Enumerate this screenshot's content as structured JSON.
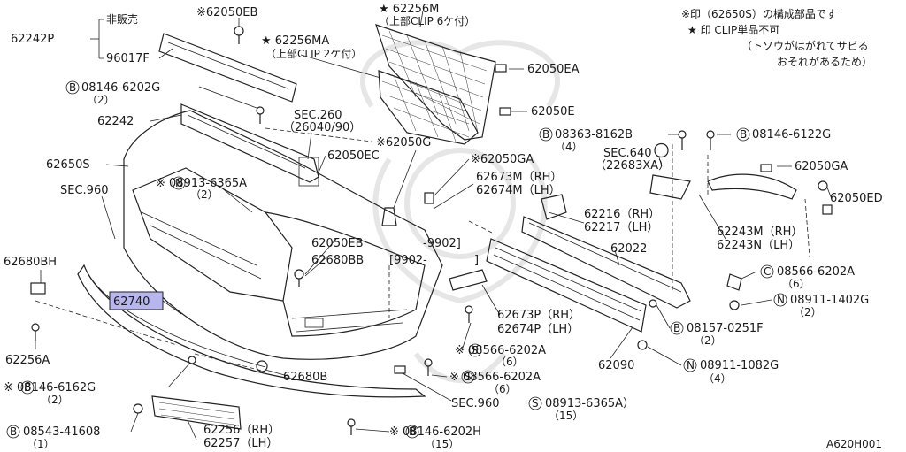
{
  "notes": {
    "legend_star_note": "※印（62650S）の構成部品です",
    "legend_clip_line1": "★ 印  CLIP単品不可",
    "legend_clip_line2": "（トソウがはがれてサビる",
    "legend_clip_line3": "おそれがあるため）",
    "diagram_code": "A620H001"
  },
  "colors": {
    "highlight": "#b7b7ee",
    "line": "#222222",
    "watermark": "#e6e6e6"
  },
  "labels": {
    "p62050EB_top": "※62050EB",
    "p62256M": "★ 62256M",
    "p62256M_sub": "（上部CLIP 6ケ付）",
    "p62242P": "62242P",
    "hibaihin": "非販売",
    "p96017F": "96017F",
    "p62256MA": "★ 62256MA",
    "p62256MA_sub": "（上部CLIP 2ケ付）",
    "p62050EA": "62050EA",
    "b08146_6202G": "08146-6202G",
    "b08146_6202G_qty": "（2）",
    "p62242": "62242",
    "p62050E": "62050E",
    "sec260": "SEC.260",
    "sec260_sub": "（26040/90）",
    "p62050G": "※62050G",
    "b08363_8162B": "08363-8162B",
    "b08363_qty": "（4）",
    "b08146_6122G": "08146-6122G",
    "sec640": "SEC.640",
    "sec640_sub": "（22683XA）",
    "p62650S": "62650S",
    "p62050EC": "62050EC",
    "p62050GA_mid": "※62050GA",
    "p62050GA_right": "62050GA",
    "n08913_6365A_top": "※ 08913-6365A",
    "n08913_top_qty": "（2）",
    "p62673M": "62673M（RH）",
    "p62674M": "62674M（LH）",
    "p62050ED": "62050ED",
    "sec960_top": "SEC.960",
    "p62216": "62216（RH）",
    "p62217": "62217（LH）",
    "p62243M": "62243M（RH）",
    "p62243N": "62243N（LH）",
    "p62050EB_mid": "62050EB",
    "bracket_9902": "-9902]",
    "p62680BH": "62680BH",
    "p62680BB": "62680BB",
    "bracket_9902_from": "[9902-",
    "bracket_close": "]",
    "p62022": "62022",
    "c08566_6202A_right": "08566-6202A",
    "c08566_right_qty": "（6）",
    "p62740": "62740",
    "n08911_1402G": "08911-1402G",
    "n08911_1402G_qty": "（2）",
    "p62673P": "62673P（RH）",
    "p62674P": "62674P（LH）",
    "b08157_0251F": "08157-0251F",
    "b08157_qty": "（2）",
    "p62256A": "62256A",
    "s08566_6202A_a": "※ 08566-6202A",
    "s08566_a_qty": "（6）",
    "p62090": "62090",
    "n08911_1082G": "08911-1082G",
    "n08911_1082G_qty": "（4）",
    "p62680B": "62680B",
    "b08146_6162G": "※ 08146-6162G",
    "b08146_6162G_qty": "（2）",
    "s08566_6202A_b": "※ 08566-6202A",
    "s08566_b_qty": "（6）",
    "sec960_bottom": "SEC.960",
    "s08913_6365A": "08913-6365A）",
    "s08913_qty": "（15）",
    "b08543_41608": "08543-41608",
    "b08543_qty": "（1）",
    "p62256": "62256（RH）",
    "p62257": "62257（LH）",
    "b08146_6202H": "※ 08146-6202H",
    "b08146_6202H_qty": "（15）",
    "circle_B": "B",
    "circle_C": "C",
    "circle_N": "N",
    "circle_S": "S"
  }
}
